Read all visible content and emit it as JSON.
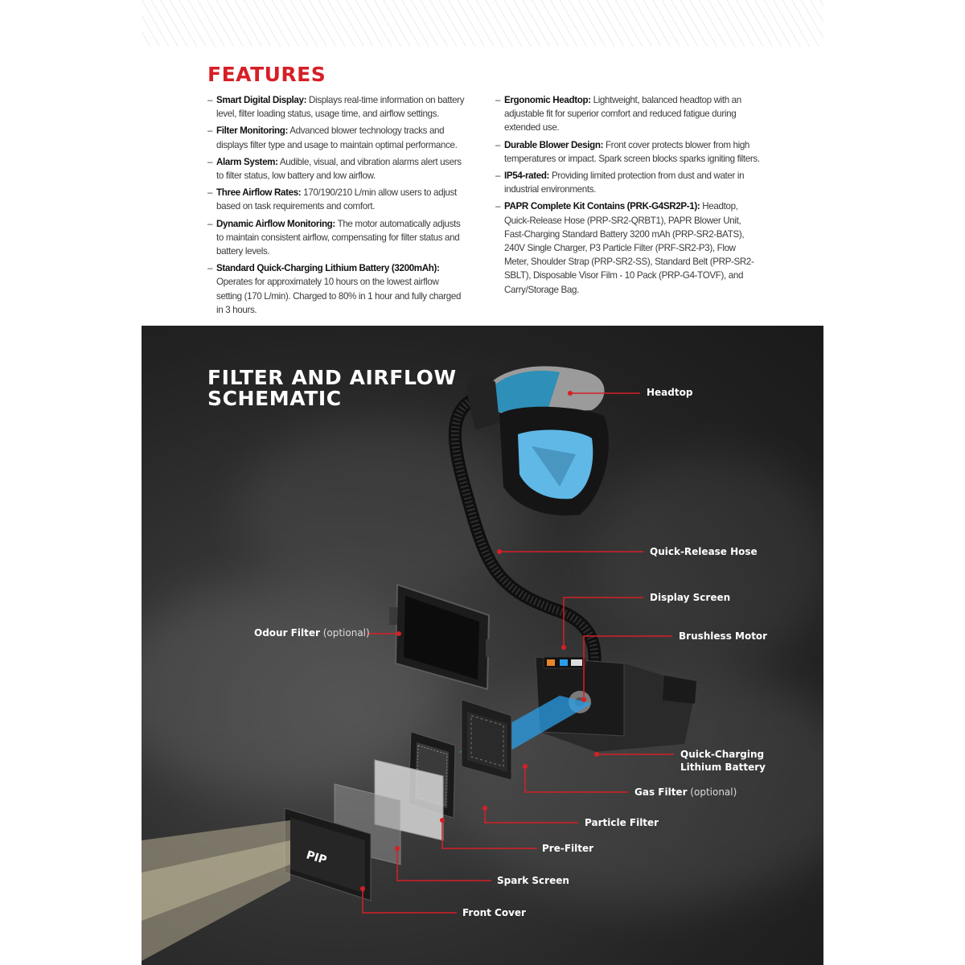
{
  "features": {
    "title": "FEATURES",
    "left": [
      {
        "term": "Smart Digital Display:",
        "text": " Displays real-time information on battery level, filter loading status, usage time, and airflow settings."
      },
      {
        "term": "Filter Monitoring:",
        "text": " Advanced blower technology tracks and displays filter type and usage to maintain optimal performance."
      },
      {
        "term": "Alarm System:",
        "text": " Audible, visual, and vibration alarms alert users to filter status, low battery and low airflow."
      },
      {
        "term": "Three Airflow Rates:",
        "text": " 170/190/210 L/min allow users to adjust based on task requirements and comfort."
      },
      {
        "term": "Dynamic Airflow Monitoring:",
        "text": " The motor automatically adjusts to maintain consistent airflow, compensating for filter status and battery levels."
      },
      {
        "term": "Standard Quick-Charging Lithium Battery (3200mAh):",
        "text": " Operates for approximately 10 hours on the lowest airflow setting (170 L/min). Charged to 80% in 1 hour and fully charged in 3 hours."
      }
    ],
    "right": [
      {
        "term": "Ergonomic Headtop:",
        "text": " Lightweight, balanced headtop with an adjustable fit for superior comfort and reduced fatigue during extended use."
      },
      {
        "term": "Durable Blower Design:",
        "text": " Front cover protects blower from high temperatures or impact. Spark screen blocks sparks igniting filters."
      },
      {
        "term": "IP54-rated:",
        "text": " Providing limited protection from dust and water in industrial environments."
      },
      {
        "term": "PAPR Complete Kit Contains (PRK-G4SR2P-1):",
        "text": " Headtop, Quick-Release Hose (PRP-SR2-QRBT1), PAPR Blower Unit, Fast-Charging Standard Battery 3200 mAh (PRP-SR2-BATS), 240V Single Charger, P3 Particle Filter (PRF-SR2-P3), Flow Meter, Shoulder Strap (PRP-SR2-SS), Standard Belt (PRP-SR2-SBLT), Disposable Visor Film - 10 Pack (PRP-G4-TOVF), and Carry/Storage Bag."
      }
    ]
  },
  "schematic": {
    "title_line1": "FILTER AND AIRFLOW",
    "title_line2": "SCHEMATIC",
    "labels": {
      "headtop": "Headtop",
      "hose": "Quick-Release Hose",
      "display": "Display Screen",
      "motor": "Brushless Motor",
      "odour": "Odour Filter",
      "odour_opt": " (optional)",
      "battery_1": "Quick-Charging",
      "battery_2": "Lithium Battery",
      "gas": "Gas Filter",
      "gas_opt": " (optional)",
      "particle": "Particle Filter",
      "prefilter": "Pre-Filter",
      "spark": "Spark Screen",
      "front": "Front Cover"
    },
    "logo_text": "PIP",
    "colors": {
      "accent": "#d71f26",
      "visor": "#5fb8e6",
      "airflow": "#2a9fe8"
    }
  }
}
